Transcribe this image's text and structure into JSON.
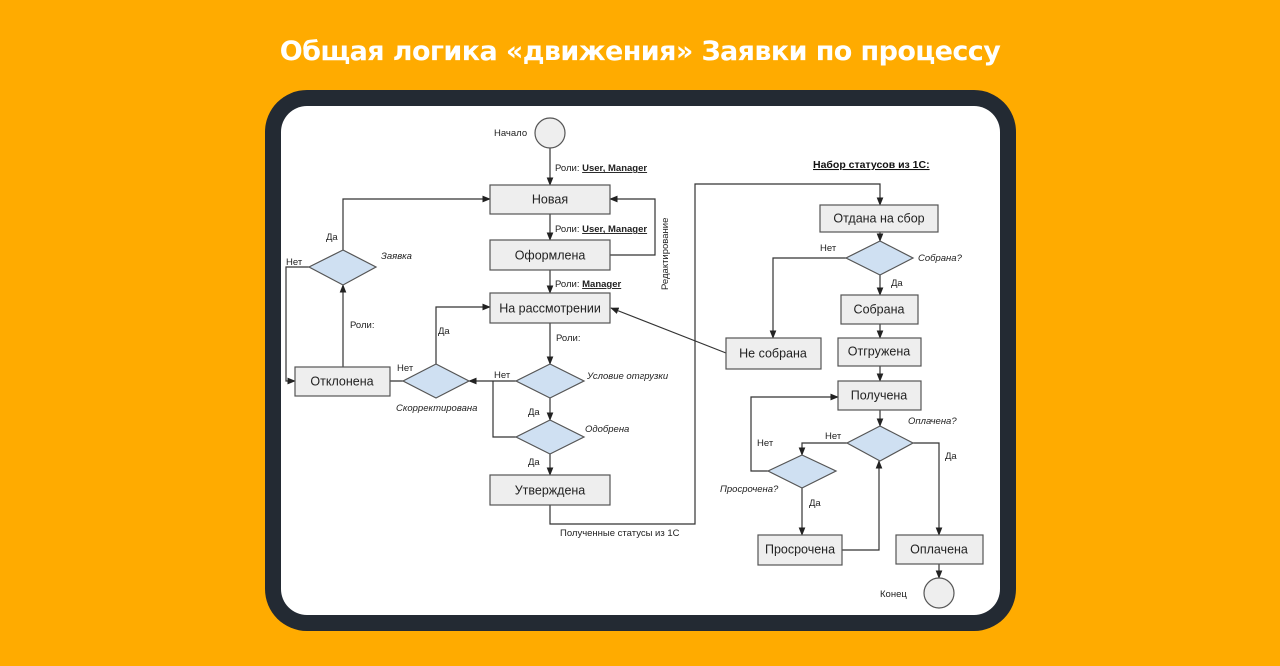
{
  "title": "Общая логика «движения» Заявки по процессу",
  "colors": {
    "background": "#ffab00",
    "frame": "#232a33",
    "box_fill": "#eeeeee",
    "decision_fill": "#cfe0f2"
  },
  "diagram": {
    "terminals": {
      "start": "Начало",
      "end": "Конец"
    },
    "statuses": {
      "new": "Новая",
      "formed": "Оформлена",
      "review": "На рассмотрении",
      "rejected": "Отклонена",
      "approved": "Утверждена",
      "given_for_picking": "Отдана на сбор",
      "picked": "Собрана",
      "not_picked": "Не собрана",
      "shipped": "Отгружена",
      "received": "Получена",
      "overdue": "Просрочена",
      "paid": "Оплачена"
    },
    "decisions": {
      "request": "Заявка",
      "corrected": "Скорректирована",
      "shipping_condition": "Условие отгрузки",
      "approved_q": "Одобрена",
      "picked_q": "Собрана?",
      "paid_q": "Оплачена?",
      "overdue_q": "Просрочена?"
    },
    "labels": {
      "roles_prefix": "Роли:",
      "roles_user_manager": "User, Manager",
      "roles_manager": "Manager",
      "editing": "Редактирование",
      "yes": "Да",
      "no": "Нет",
      "received_from_1c": "Полученные статусы из 1С",
      "statuses_header": "Набор статусов  из 1С:"
    }
  }
}
